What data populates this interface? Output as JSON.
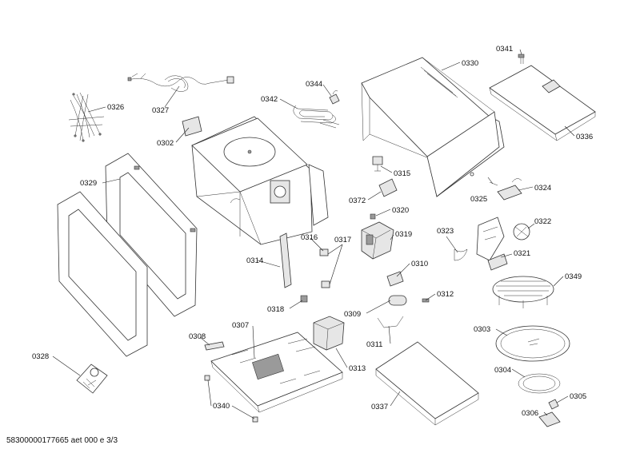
{
  "parts": [
    {
      "id": "p0326",
      "label": "0326"
    },
    {
      "id": "p0327",
      "label": "0327"
    },
    {
      "id": "p0302",
      "label": "0302"
    },
    {
      "id": "p0342",
      "label": "0342"
    },
    {
      "id": "p0344",
      "label": "0344"
    },
    {
      "id": "p0330",
      "label": "0330"
    },
    {
      "id": "p0341",
      "label": "0341"
    },
    {
      "id": "p0336",
      "label": "0336"
    },
    {
      "id": "p0329",
      "label": "0329"
    },
    {
      "id": "p0315",
      "label": "0315"
    },
    {
      "id": "p0372",
      "label": "0372"
    },
    {
      "id": "p0325",
      "label": "0325"
    },
    {
      "id": "p0324",
      "label": "0324"
    },
    {
      "id": "p0320",
      "label": "0320"
    },
    {
      "id": "p0322",
      "label": "0322"
    },
    {
      "id": "p0323",
      "label": "0323"
    },
    {
      "id": "p0319",
      "label": "0319"
    },
    {
      "id": "p0316",
      "label": "0316"
    },
    {
      "id": "p0317",
      "label": "0317"
    },
    {
      "id": "p0321",
      "label": "0321"
    },
    {
      "id": "p0314",
      "label": "0314"
    },
    {
      "id": "p0310",
      "label": "0310"
    },
    {
      "id": "p0349",
      "label": "0349"
    },
    {
      "id": "p0318",
      "label": "0318"
    },
    {
      "id": "p0309",
      "label": "0309"
    },
    {
      "id": "p0312",
      "label": "0312"
    },
    {
      "id": "p0307",
      "label": "0307"
    },
    {
      "id": "p0308",
      "label": "0308"
    },
    {
      "id": "p0303",
      "label": "0303"
    },
    {
      "id": "p0311",
      "label": "0311"
    },
    {
      "id": "p0313",
      "label": "0313"
    },
    {
      "id": "p0328",
      "label": "0328"
    },
    {
      "id": "p0304",
      "label": "0304"
    },
    {
      "id": "p0305",
      "label": "0305"
    },
    {
      "id": "p0340",
      "label": "0340"
    },
    {
      "id": "p0337",
      "label": "0337"
    },
    {
      "id": "p0306",
      "label": "0306"
    }
  ],
  "footer": {
    "text": "58300000177665 aet 000 e 3/3"
  }
}
